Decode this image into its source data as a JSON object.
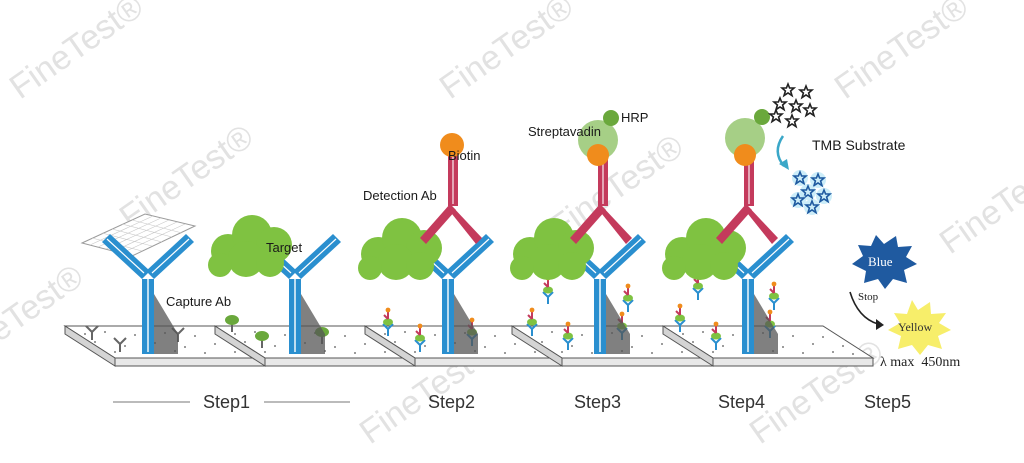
{
  "watermark": {
    "text": "FineTest®"
  },
  "labels": {
    "capture_ab": "Capture Ab",
    "target": "Target",
    "detection_ab": "Detection Ab",
    "biotin": "Biotin",
    "streptavadin": "Streptavadin",
    "hrp": "HRP",
    "tmb_substrate": "TMB Substrate",
    "blue": "Blue",
    "stop": "Stop",
    "yellow": "Yellow",
    "lambda_max": "λ max  450nm"
  },
  "steps": [
    "Step1",
    "Step2",
    "Step3",
    "Step4",
    "Step5"
  ],
  "colors": {
    "antibody_blue": "#2a8fcf",
    "detection_pink": "#c43a5c",
    "target_green": "#7fc241",
    "biotin_orange": "#f08c1c",
    "streptavidin_green": "#a6cf86",
    "hrp_green": "#6aa83c",
    "blue_star": "#1f5aa0",
    "yellow_star": "#f7ee6a"
  }
}
